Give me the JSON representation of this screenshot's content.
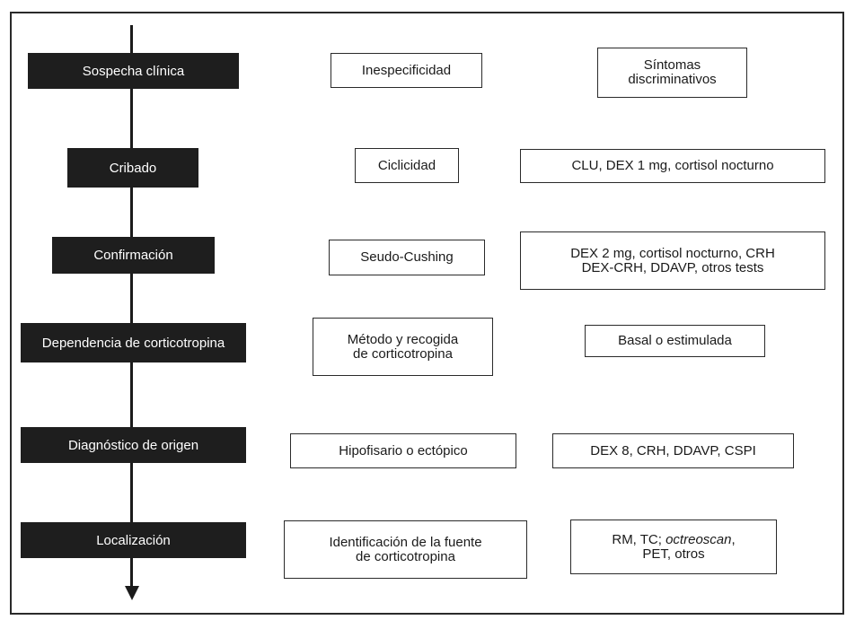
{
  "rows": [
    {
      "stage": "Sospecha clínica",
      "middle": "Inespecificidad",
      "right": "Síntomas\ndiscriminativos"
    },
    {
      "stage": "Cribado",
      "middle": "Ciclicidad",
      "right": "CLU, DEX 1 mg, cortisol nocturno"
    },
    {
      "stage": "Confirmación",
      "middle": "Seudo-Cushing",
      "right": "DEX 2 mg, cortisol nocturno, CRH\nDEX-CRH, DDAVP, otros tests"
    },
    {
      "stage": "Dependencia de corticotropina",
      "middle": "Método y recogida\nde corticotropina",
      "right": "Basal o estimulada"
    },
    {
      "stage": "Diagnóstico de origen",
      "middle": "Hipofisario o ectópico",
      "right": "DEX 8, CRH, DDAVP, CSPI"
    },
    {
      "stage": "Localización",
      "middle": "Identificación de la fuente\nde corticotropina",
      "right_prefix": "RM, TC; ",
      "right_italic": "octreoscan",
      "right_suffix": ",\nPET, otros"
    }
  ]
}
